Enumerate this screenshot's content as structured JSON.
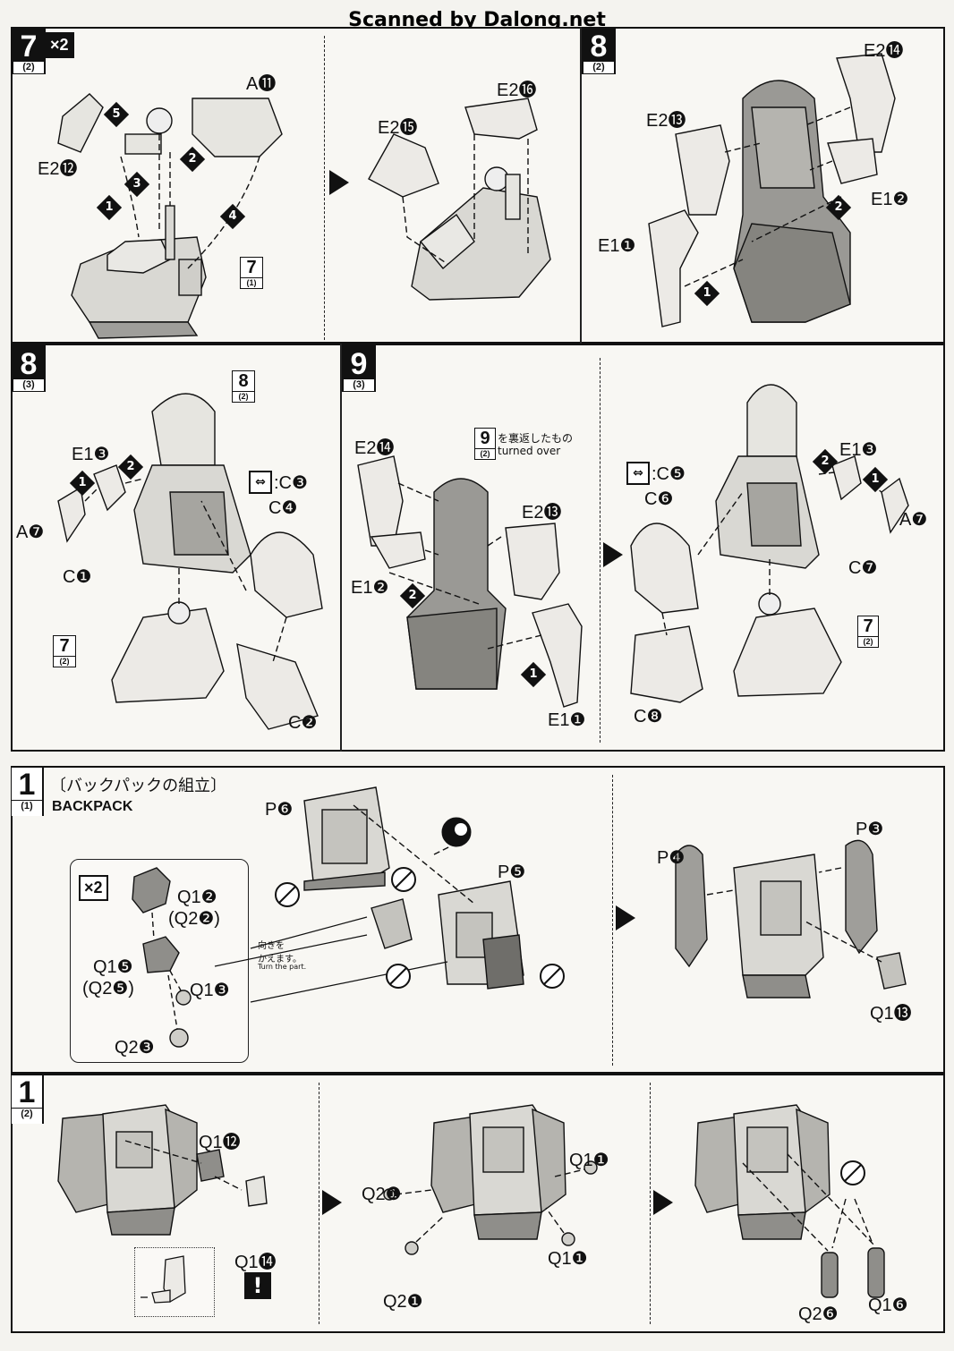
{
  "watermark": "Scanned by Dalong.net",
  "step7": {
    "num": "7",
    "sub": "(2)",
    "mult": "×2"
  },
  "step8a": {
    "num": "8",
    "sub": "(2)"
  },
  "step8b": {
    "num": "8",
    "sub": "(3)"
  },
  "step9": {
    "num": "9",
    "sub": "(3)"
  },
  "backpack1": {
    "num": "1",
    "sub": "(1)",
    "title_jp": "〔バックパックの組立〕",
    "title_en": "BACKPACK"
  },
  "backpack2": {
    "num": "1",
    "sub": "(2)"
  },
  "refs": {
    "r7_1": {
      "n": "7",
      "s": "(1)"
    },
    "r8_2": {
      "n": "8",
      "s": "(2)"
    },
    "r7_2a": {
      "n": "7",
      "s": "(2)"
    },
    "r9_2": {
      "n": "9",
      "s": "(2)"
    },
    "r7_2b": {
      "n": "7",
      "s": "(2)"
    }
  },
  "s7": {
    "A11": "A⓫",
    "E212": "E2⓬",
    "o1": "1",
    "o2": "2",
    "o3": "3",
    "o4": "4",
    "o5": "5",
    "E215": "E2⓯",
    "E216": "E2⓰"
  },
  "s8a": {
    "E214": "E2⓮",
    "E213": "E2⓭",
    "E12": "E1❷",
    "E11": "E1❶",
    "o1": "1",
    "o2": "2"
  },
  "s8b": {
    "E13": "E1❸",
    "A7": "A❼",
    "C1": "C❶",
    "C3": ":C❸",
    "C4": "C❹",
    "C2": "C❷",
    "o1": "1",
    "o2": "2"
  },
  "s9": {
    "turned_jp": "を裏返したもの",
    "turned_en": "turned over",
    "E214": "E2⓮",
    "E213": "E2⓭",
    "E12": "E1❷",
    "E11": "E1❶",
    "C5": ":C❺",
    "C6": "C❻",
    "E13": "E1❸",
    "A7": "A❼",
    "C7": "C❼",
    "C8": "C❽",
    "o1": "1",
    "o2": "2",
    "o1b": "1",
    "o2b": "2"
  },
  "bp1": {
    "P6": "P❻",
    "P5": "P❺",
    "P4": "P❹",
    "P3": "P❸",
    "Q12": "Q1❷",
    "Q22": "(Q2❷)",
    "Q15": "Q1❺",
    "Q25": "(Q2❺)",
    "Q13": "Q1❸",
    "Q23": "Q2❸",
    "turn_jp": "向きを\nかえます。",
    "turn_en": "Turn the part.",
    "Q113": "Q1⓭",
    "mult": "×2"
  },
  "bp2": {
    "Q112": "Q1⓬",
    "Q114": "Q1⓮",
    "Q11a": "Q1❶",
    "Q21a": "Q2❶",
    "Q21b": "Q2❶",
    "Q11b": "Q1❶",
    "Q26": "Q2❻",
    "Q16": "Q1❻"
  }
}
